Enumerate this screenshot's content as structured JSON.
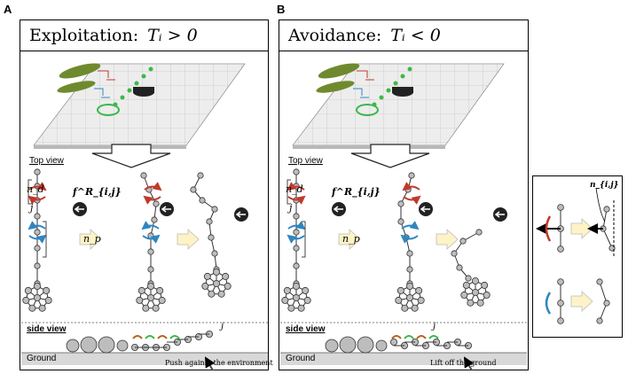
{
  "panels": [
    {
      "letter": "A",
      "title": "Exploitation:",
      "condition": "Tᵢ > 0",
      "top_view": "Top view",
      "side_view": "side view",
      "ground": "Ground",
      "nd": "n_d",
      "np": "n_p",
      "force": "f^R_{i,j}",
      "j": "j",
      "annotation": "Push against the environment"
    },
    {
      "letter": "B",
      "title": "Avoidance:",
      "condition": "Tᵢ < 0",
      "top_view": "Top view",
      "side_view": "side view",
      "ground": "Ground",
      "nd": "n_d",
      "np": "n_p",
      "force": "f^R_{i,j}",
      "j": "j",
      "annotation": "Lift off the ground"
    }
  ],
  "inset": {
    "normal_label": "n_{i,j}"
  },
  "colors": {
    "red": "#c0392b",
    "blue": "#2e86c1",
    "green": "#3cb84a",
    "gray": "#bdbdbd",
    "arrow_fill": "#fdf3c6"
  }
}
